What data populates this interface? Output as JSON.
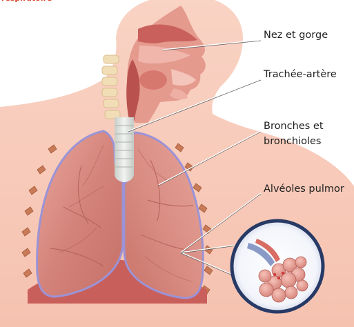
{
  "title_fragment": "respiratoire",
  "labels": {
    "nose_throat": "Nez et gorge",
    "trachea": "Trachée-artère",
    "bronchi_line1": "Bronches et",
    "bronchi_line2": "bronchioles",
    "alveoli": "Alvéoles pulmor"
  },
  "colors": {
    "skin": "#f7c8b8",
    "lung": "#d98a80",
    "lung_edge": "#9b93d6",
    "trachea": "#dfe3e0",
    "leader_line": "#ffffff",
    "rib": "#c97a57",
    "diaphragm": "#c95f5b",
    "title": "#d63a20"
  }
}
